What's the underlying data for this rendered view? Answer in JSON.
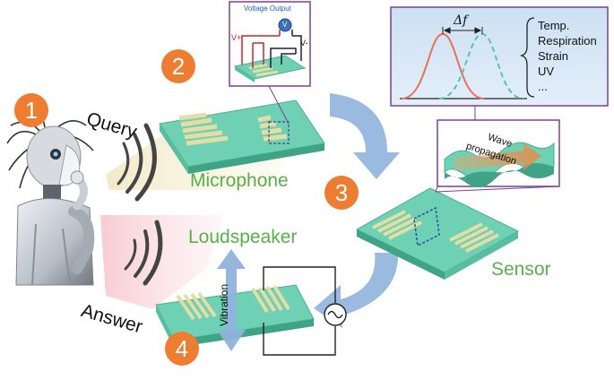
{
  "steps": [
    "1",
    "2",
    "3",
    "4"
  ],
  "labels": {
    "query": "Query",
    "answer": "Answer",
    "microphone": "Microphone",
    "loudspeaker": "Loudspeaker",
    "sensor": "Sensor",
    "vibration": "Vibration"
  },
  "voltage_inset": {
    "title": "Voltage Output",
    "v_plus": "V+",
    "v_minus": "V-",
    "meter": "V"
  },
  "wave_inset": {
    "line1": "Wave",
    "line2": "propagation"
  },
  "spectrum_inset": {
    "delta": "Δ𝑓",
    "items": [
      "Temp.",
      "Respiration",
      "Strain",
      "UV",
      "..."
    ]
  },
  "colors": {
    "step_circle": "#ee7d31",
    "green_label": "#58b04a",
    "substrate": "#6fd1b3",
    "electrode": "#e4dda6",
    "inset_border": "#7a3e9d",
    "arrow": "#8fb3dc",
    "curve_red": "#e8705a",
    "curve_teal": "#55c4ad",
    "spectrum_bg": "#d6e6f5"
  }
}
